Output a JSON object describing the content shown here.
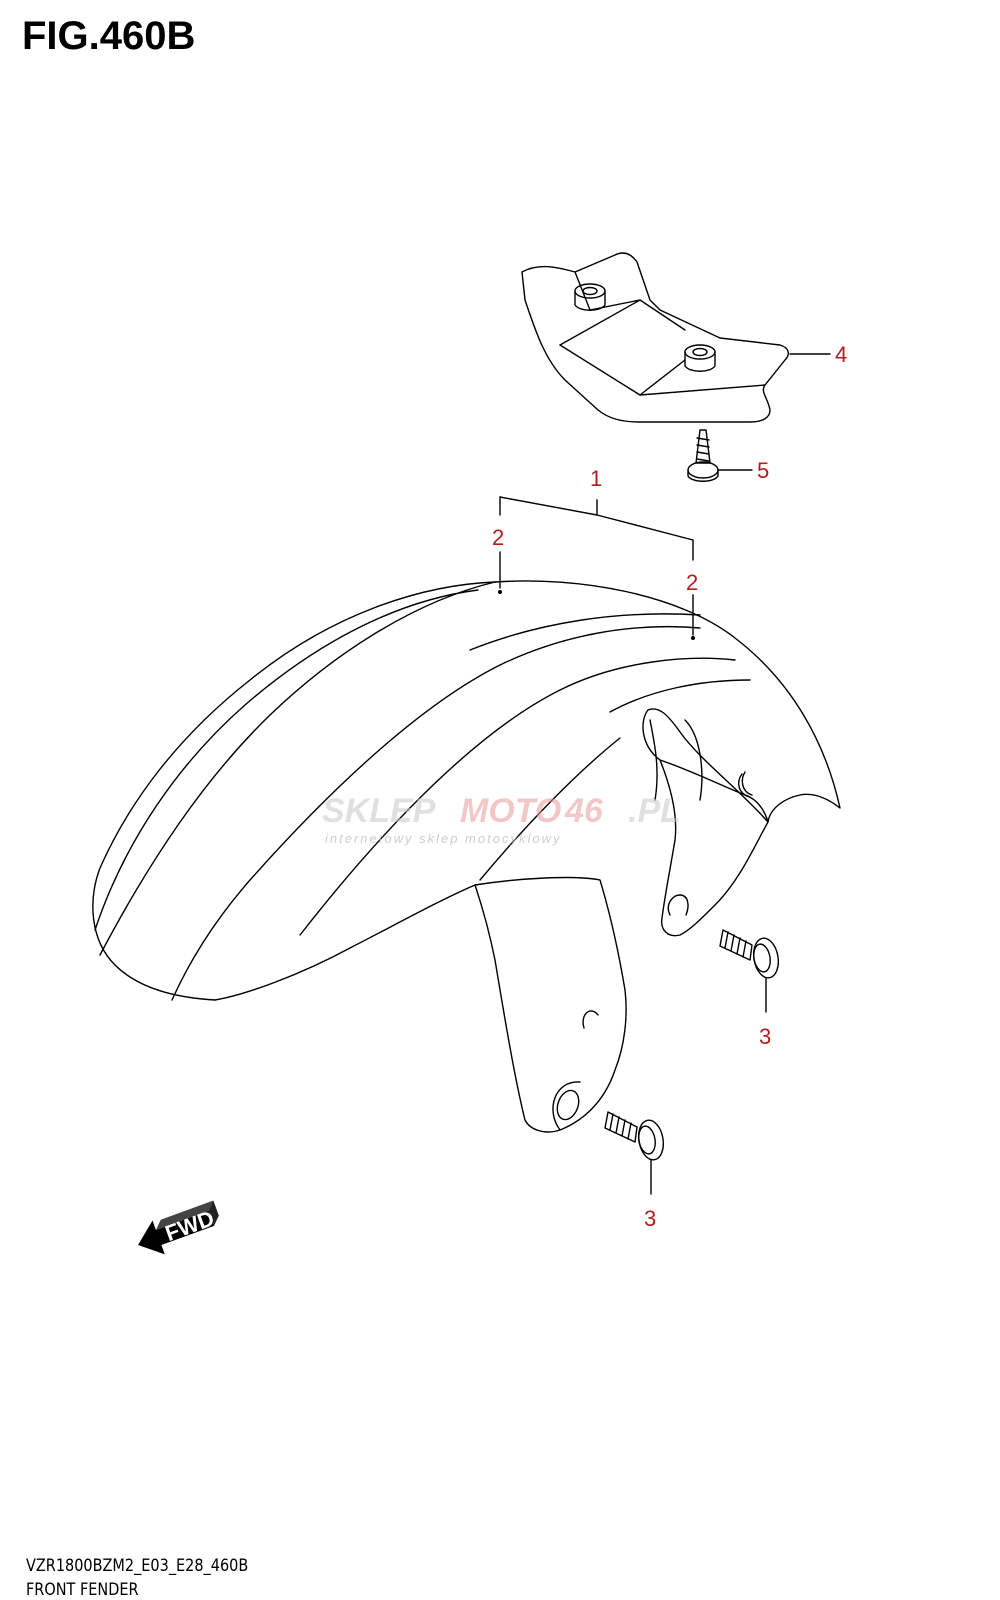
{
  "figure": {
    "title": "FIG.460B",
    "subtag": "FIG.460B"
  },
  "callouts": {
    "part1": "1",
    "part2a": "2",
    "part2b": "2",
    "part3a": "3",
    "part3b": "3",
    "part4": "4",
    "part5": "5"
  },
  "watermark": {
    "brand_left": "SKLEP",
    "brand_mid": "MOTO",
    "brand_num": "46",
    "brand_right": ".PL",
    "tagline": "internetowy sklep motocyklowy"
  },
  "direction_arrow": {
    "label": "FWD"
  },
  "footer": {
    "code": "VZR1800BZM2_E03_E28_460B",
    "name": "FRONT FENDER"
  },
  "colors": {
    "callout": "#b01e1e",
    "line": "#000000"
  }
}
